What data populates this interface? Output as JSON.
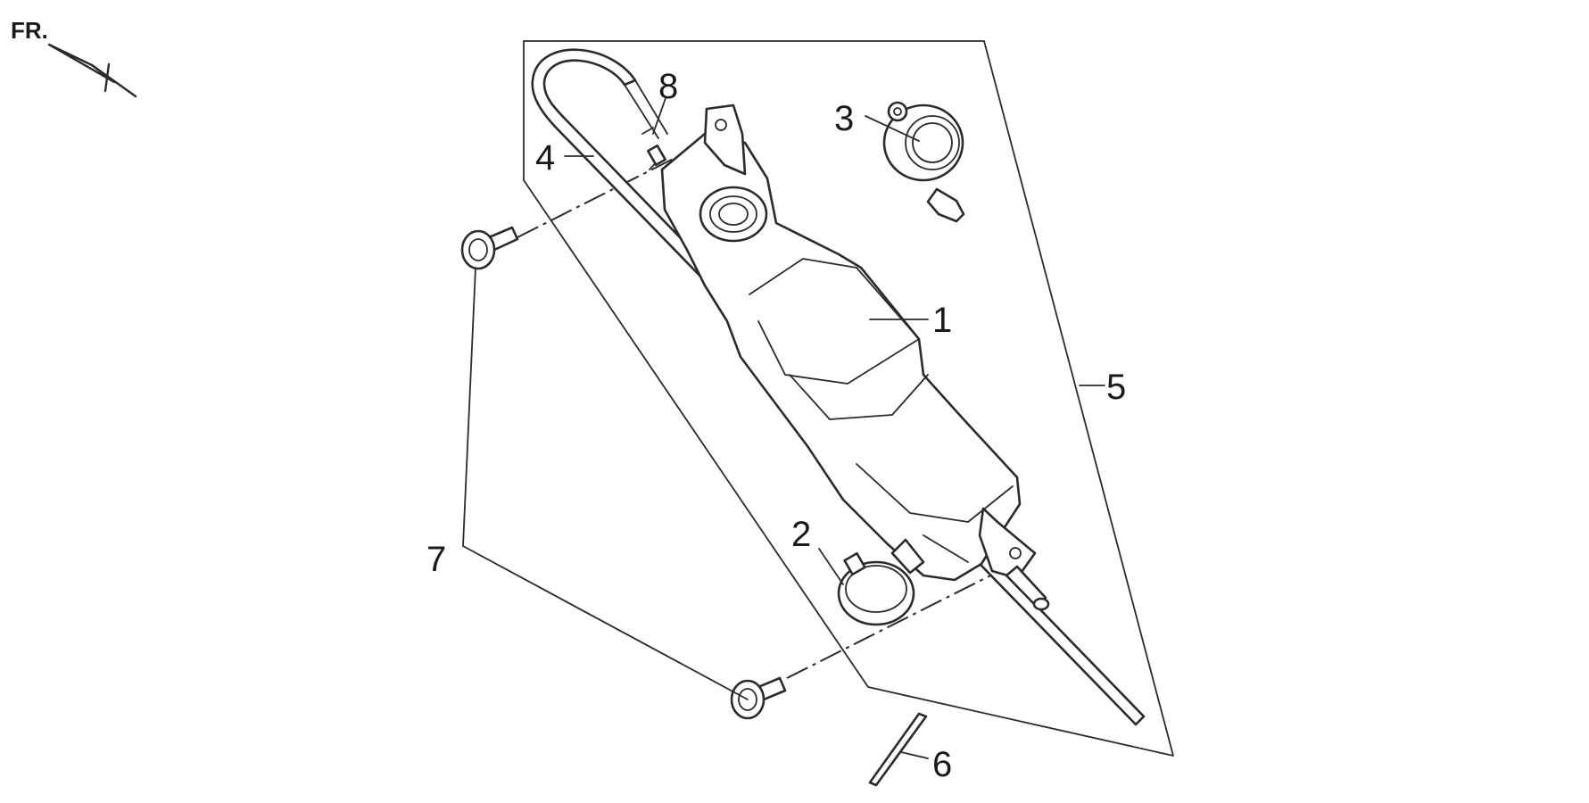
{
  "direction_label": "FR.",
  "callouts": {
    "c1": "1",
    "c2": "2",
    "c3": "3",
    "c4": "4",
    "c5": "5",
    "c6": "6",
    "c7": "7",
    "c8": "8"
  },
  "icons": {
    "front_arrow": "front-direction-arrow-icon"
  },
  "colors": {
    "line": "#2b2b2b",
    "background": "#ffffff"
  }
}
